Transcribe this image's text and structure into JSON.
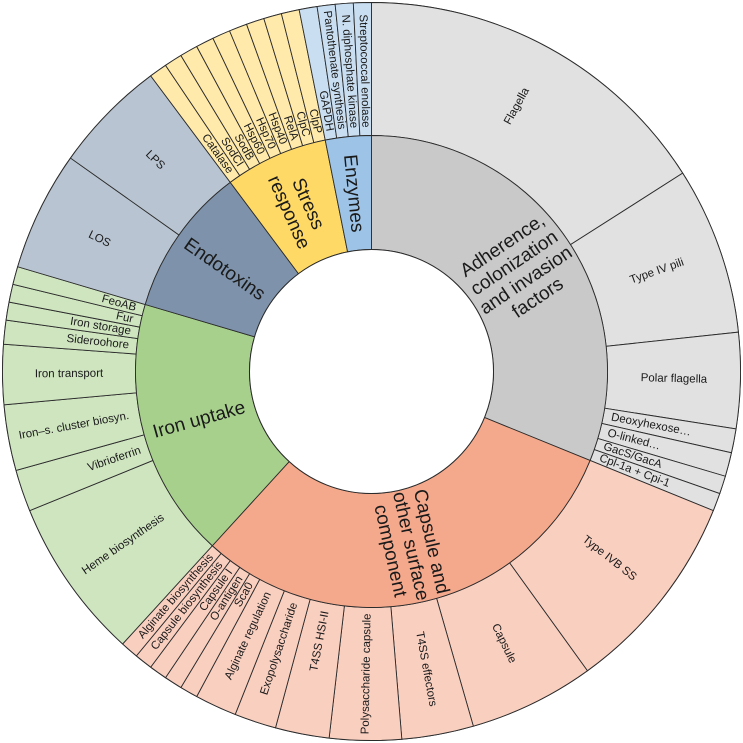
{
  "chart_data": {
    "type": "sunburst",
    "title": "",
    "categories": [
      {
        "name": "Adherence, colonization and invasion factors",
        "color": "#c9c9c9",
        "children": [
          {
            "name": "Flagella",
            "value": 61
          },
          {
            "name": "Type IV pili",
            "value": 28
          },
          {
            "name": "Polar flagella",
            "value": 16
          },
          {
            "name": "Deoxyhexose…",
            "value": 4
          },
          {
            "name": "O-linked…",
            "value": 4
          },
          {
            "name": "GacS/GacA",
            "value": 3
          },
          {
            "name": "Cpl-1a + Cpi-1",
            "value": 3
          }
        ]
      },
      {
        "name": "Capsule and other surface component",
        "color": "#f4a88c",
        "children": [
          {
            "name": "Type IVB SS",
            "value": 34
          },
          {
            "name": "Capsule",
            "value": 21
          },
          {
            "name": "T4SS effectors",
            "value": 12
          },
          {
            "name": "Polysaccharide capsule",
            "value": 12
          },
          {
            "name": "T4SS HSI-II",
            "value": 9
          },
          {
            "name": "Exopolysaccharide",
            "value": 7
          },
          {
            "name": "Alginate regulation",
            "value": 7
          },
          {
            "name": "Sca0",
            "value": 3
          },
          {
            "name": "O-antigen",
            "value": 3
          },
          {
            "name": "Capsule I",
            "value": 3
          },
          {
            "name": "Capsule biosynthesis",
            "value": 3
          },
          {
            "name": "Alginate biosynthesis",
            "value": 3
          }
        ]
      },
      {
        "name": "Iron uptake",
        "color": "#a8d08d",
        "children": [
          {
            "name": "Heme biosynthesis",
            "value": 27
          },
          {
            "name": "Vibrioferrin",
            "value": 7
          },
          {
            "name": "Iron–s. cluster biosyn.",
            "value": 11
          },
          {
            "name": "Iron transport",
            "value": 10
          },
          {
            "name": "Sideroohore",
            "value": 4
          },
          {
            "name": "Iron storage",
            "value": 3
          },
          {
            "name": "Fur",
            "value": 3
          },
          {
            "name": "FeoAB",
            "value": 3
          }
        ]
      },
      {
        "name": "Endotoxins",
        "color": "#7e93ab",
        "children": [
          {
            "name": "LOS",
            "value": 20
          },
          {
            "name": "LPS",
            "value": 19
          }
        ]
      },
      {
        "name": "Stress response",
        "color": "#ffd966",
        "children": [
          {
            "name": "Catalase",
            "value": 3
          },
          {
            "name": "SodCI",
            "value": 3
          },
          {
            "name": "SodB",
            "value": 3
          },
          {
            "name": "Hsp60",
            "value": 3
          },
          {
            "name": "Hsp70",
            "value": 3
          },
          {
            "name": "Hsp40",
            "value": 3
          },
          {
            "name": "RelA",
            "value": 3
          },
          {
            "name": "ClpC",
            "value": 3
          },
          {
            "name": "ClpP",
            "value": 3
          }
        ]
      },
      {
        "name": "Enzymes",
        "color": "#9dc3e6",
        "children": [
          {
            "name": "GAPDH",
            "value": 3
          },
          {
            "name": "Pantothenate synthesis",
            "value": 3
          },
          {
            "name": "N. diphosphate kinase",
            "value": 3
          },
          {
            "name": "Streptococcal enolase",
            "value": 3
          }
        ]
      }
    ]
  }
}
